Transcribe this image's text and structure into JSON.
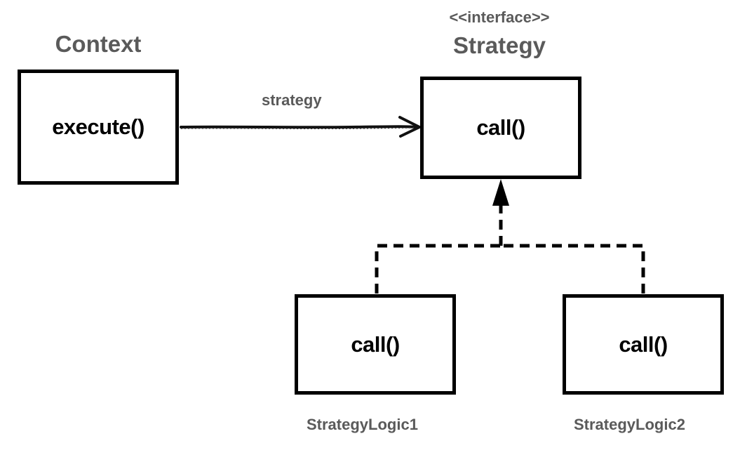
{
  "context": {
    "title": "Context",
    "method": "execute()"
  },
  "strategy": {
    "stereotype": "<<interface>>",
    "title": "Strategy",
    "method": "call()"
  },
  "association": {
    "label": "strategy"
  },
  "implementations": [
    {
      "name": "StrategyLogic1",
      "method": "call()"
    },
    {
      "name": "StrategyLogic2",
      "method": "call()"
    }
  ],
  "colors": {
    "title_text": "#5a5a5a",
    "box_border": "#000000",
    "background": "#ffffff"
  }
}
